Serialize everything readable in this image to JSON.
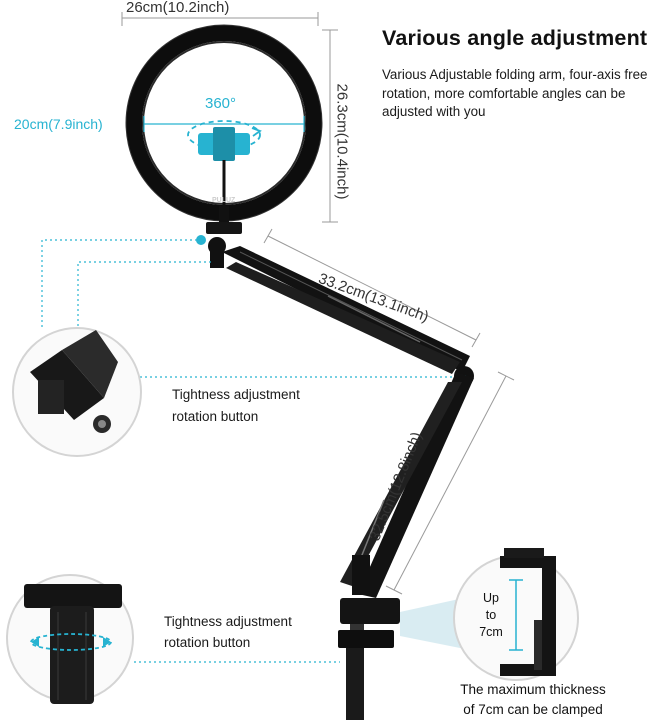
{
  "heading": "Various angle adjustment",
  "description": "Various Adjustable folding arm, four-axis free rotation, more comfortable angles can be adjusted with you",
  "ring_width": "26cm(10.2inch)",
  "ring_height": "26.3cm(10.4inch)",
  "inner_diameter": "20cm(7.9inch)",
  "rotation": "360°",
  "brand_mark": "PULUZ",
  "arm_upper": "33.2cm(13.1inch)",
  "arm_lower": "32.5cm(12.8inch)",
  "callout_top_line1": "Tightness adjustment",
  "callout_top_line2": "rotation button",
  "callout_bottom_line1": "Tightness adjustment",
  "callout_bottom_line2": "rotation button",
  "clamp_up": "Up",
  "clamp_to": "to",
  "clamp_size": "7cm",
  "clamp_note_line1": "The maximum thickness",
  "clamp_note_line2": "of 7cm can be clamped",
  "colors": {
    "accent": "#27b3d1",
    "product": "#111111",
    "dimension": "#9a9a9a"
  }
}
